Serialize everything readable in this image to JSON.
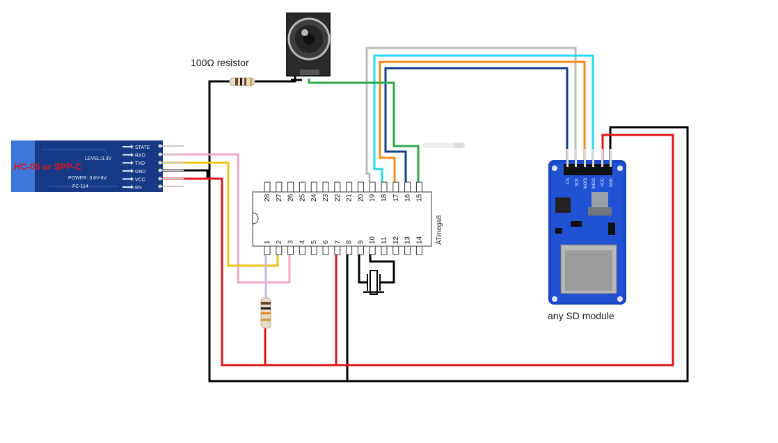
{
  "labels": {
    "resistor": "100Ω resistor",
    "sd_module": "any SD module",
    "bt_module": "HC-05 or SPP-C",
    "chip": "ATmega8"
  },
  "bt_pins": [
    "STATE",
    "RXD",
    "TXD",
    "GND",
    "VCC",
    "EN"
  ],
  "bt_text": {
    "level": "LEVEL:3.3V",
    "power": "POWER: 3.6V-6V",
    "model": "FC-114"
  },
  "sd_pins": [
    "CS",
    "SCK",
    "MOSI",
    "MISO",
    "VCC",
    "GND"
  ],
  "chip_top_pins": [
    "28",
    "27",
    "26",
    "25",
    "24",
    "23",
    "22",
    "21",
    "20",
    "19",
    "18",
    "17",
    "16",
    "15"
  ],
  "chip_bottom_pins": [
    "1",
    "2",
    "3",
    "4",
    "5",
    "6",
    "7",
    "8",
    "9",
    "10",
    "11",
    "12",
    "13",
    "14"
  ],
  "colors": {
    "power": "#e0141a",
    "ground": "#000000",
    "rx_tx_pink": "#f2a6c8",
    "rx_tx_yellow": "#f2bf18",
    "lavender": "#c8b8e8",
    "gray": "#bbbbbb",
    "cyan": "#27d9ee",
    "orange": "#f08a22",
    "navy": "#123c8c",
    "green": "#2ba84a"
  }
}
